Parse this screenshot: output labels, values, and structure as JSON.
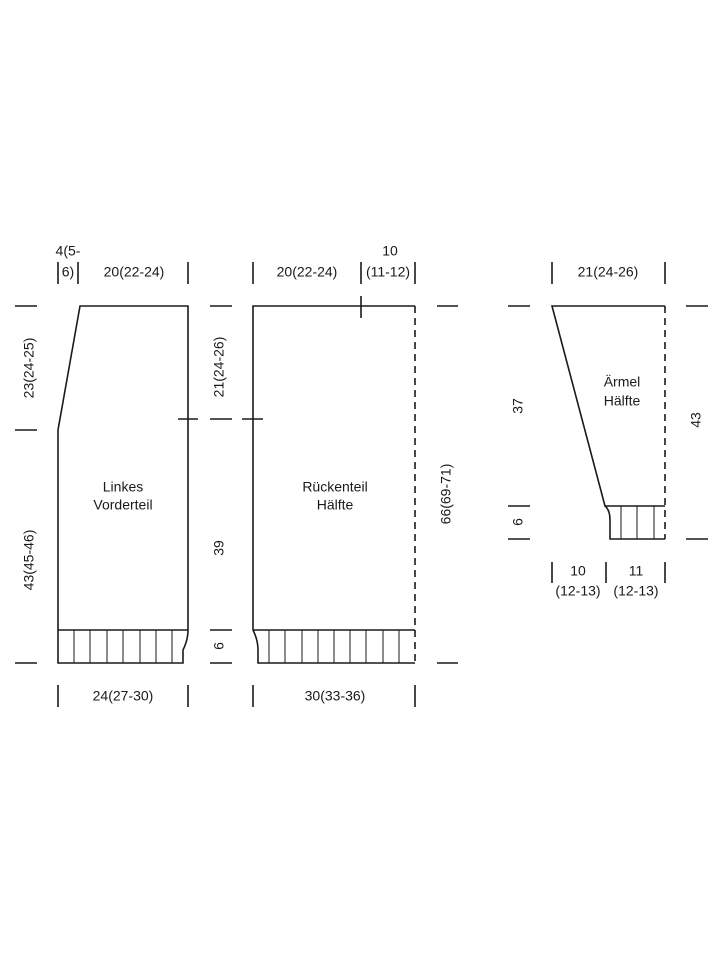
{
  "front": {
    "name_line1": "Linkes",
    "name_line2": "Vorderteil",
    "top_neck_width_line1": "4(5-",
    "top_neck_width_line2": "6)",
    "top_shoulder_width": "20(22-24)",
    "armhole_height": "23(24-25)",
    "body_height": "43(45-46)",
    "bottom_width": "24(27-30)"
  },
  "middle_dims": {
    "armhole_height": "21(24-26)",
    "body_height": "39",
    "rib_height": "6"
  },
  "back": {
    "name_line1": "Rückenteil",
    "name_line2": "Hälfte",
    "top_shoulder_width": "20(22-24)",
    "top_neck_width_line1": "10",
    "top_neck_width_line2": "(11-12)",
    "total_height": "66(69-71)",
    "bottom_width": "30(33-36)"
  },
  "sleeve": {
    "name_line1": "Ärmel",
    "name_line2": "Hälfte",
    "top_width": "21(24-26)",
    "length": "37",
    "rib_height": "6",
    "total_height": "43",
    "bottom_left_line1": "10",
    "bottom_left_line2": "(12-13)",
    "bottom_right_line1": "11",
    "bottom_right_line2": "(12-13)"
  }
}
